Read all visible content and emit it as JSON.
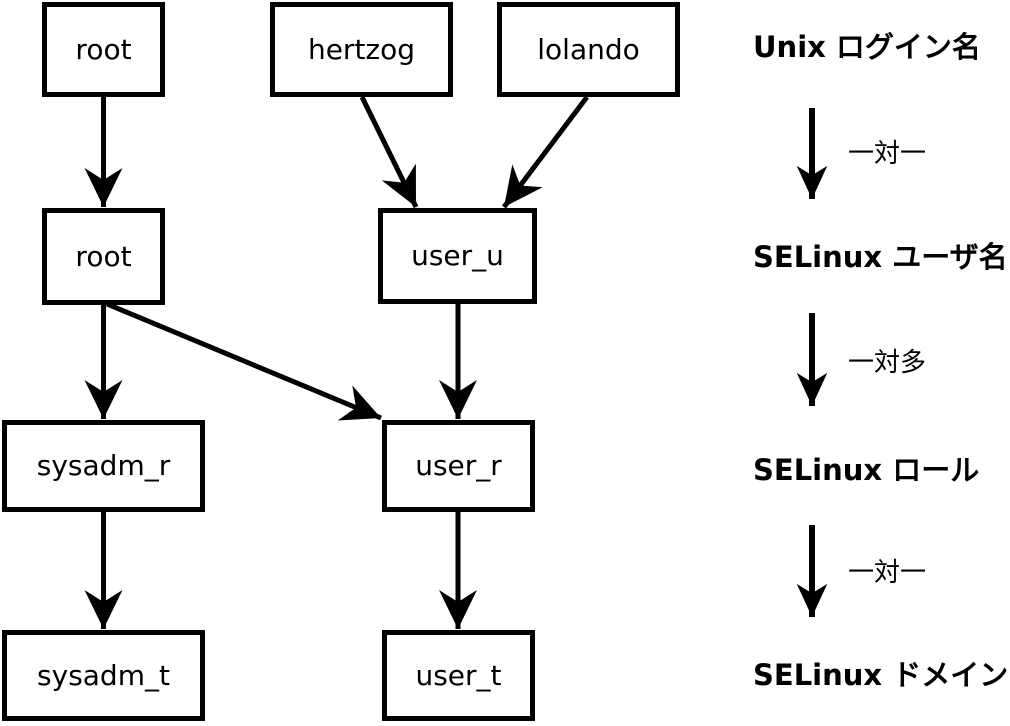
{
  "colors": {
    "background": "#ffffff",
    "ink": "#000000"
  },
  "nodes": {
    "unix_root": "root",
    "unix_hertzog": "hertzog",
    "unix_lolando": "lolando",
    "selinux_root": "root",
    "selinux_user_u": "user_u",
    "role_sysadm_r": "sysadm_r",
    "role_user_r": "user_r",
    "domain_sysadm_t": "sysadm_t",
    "domain_user_t": "user_t"
  },
  "edges": [
    {
      "from": "unix_root",
      "to": "selinux_root"
    },
    {
      "from": "unix_hertzog",
      "to": "selinux_user_u"
    },
    {
      "from": "unix_lolando",
      "to": "selinux_user_u"
    },
    {
      "from": "selinux_root",
      "to": "role_sysadm_r"
    },
    {
      "from": "selinux_root",
      "to": "role_user_r"
    },
    {
      "from": "selinux_user_u",
      "to": "role_user_r"
    },
    {
      "from": "role_sysadm_r",
      "to": "domain_sysadm_t"
    },
    {
      "from": "role_user_r",
      "to": "domain_user_t"
    }
  ],
  "legend": {
    "levels": [
      {
        "label": "Unix ログイン名"
      },
      {
        "label": "SELinux ユーザ名"
      },
      {
        "label": "SELinux ロール"
      },
      {
        "label": "SELinux ドメイン"
      }
    ],
    "relations": [
      {
        "label": "一対一"
      },
      {
        "label": "一対多"
      },
      {
        "label": "一対一"
      }
    ]
  }
}
